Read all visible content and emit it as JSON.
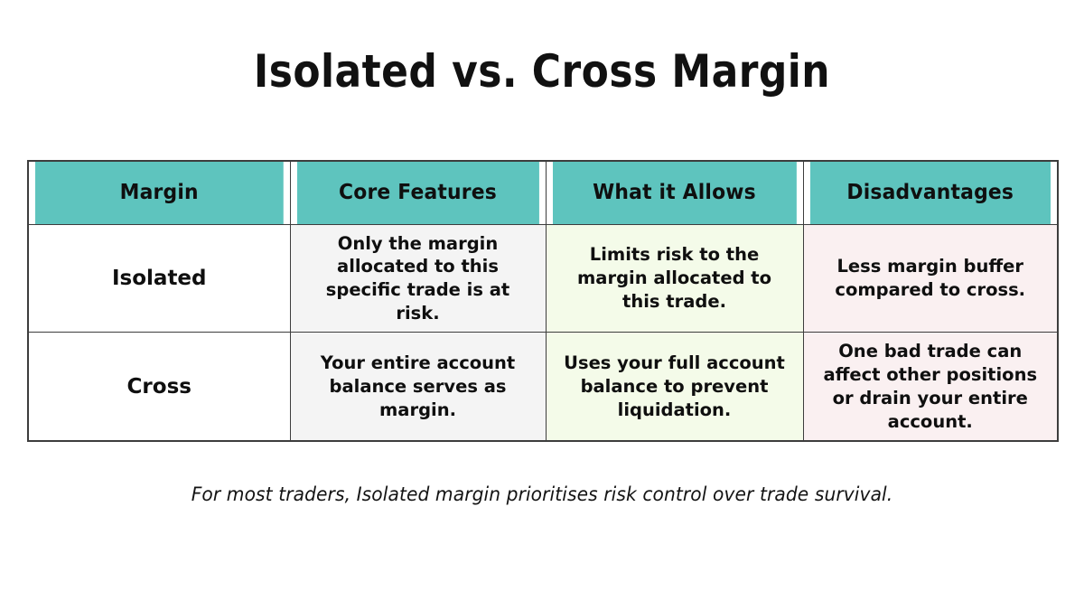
{
  "title": "Isolated vs. Cross Margin",
  "table": {
    "headers": [
      "Margin",
      "Core Features",
      "What it Allows",
      "Disadvantages"
    ],
    "rows": [
      {
        "margin": "Isolated",
        "core_features": "Only the margin allocated to this specific trade is at risk.",
        "what_it_allows": "Limits risk to the margin allocated to this trade.",
        "disadvantages": "Less margin buffer compared to cross."
      },
      {
        "margin": "Cross",
        "core_features": "Your entire account balance serves as margin.",
        "what_it_allows": "Uses your full account balance to prevent liquidation.",
        "disadvantages": "One bad trade can affect other positions or drain your entire account."
      }
    ]
  },
  "footnote": "For most traders, Isolated margin prioritises risk control over trade survival.",
  "colors": {
    "header_background": "#5EC4BE",
    "core_features_cell": "#F4F4F4",
    "what_it_allows_cell": "#F4FBE9",
    "disadvantages_cell": "#FAF0F1",
    "border": "#3D3D3D",
    "text": "#0F0F0F",
    "page_background": "#FFFFFF"
  }
}
